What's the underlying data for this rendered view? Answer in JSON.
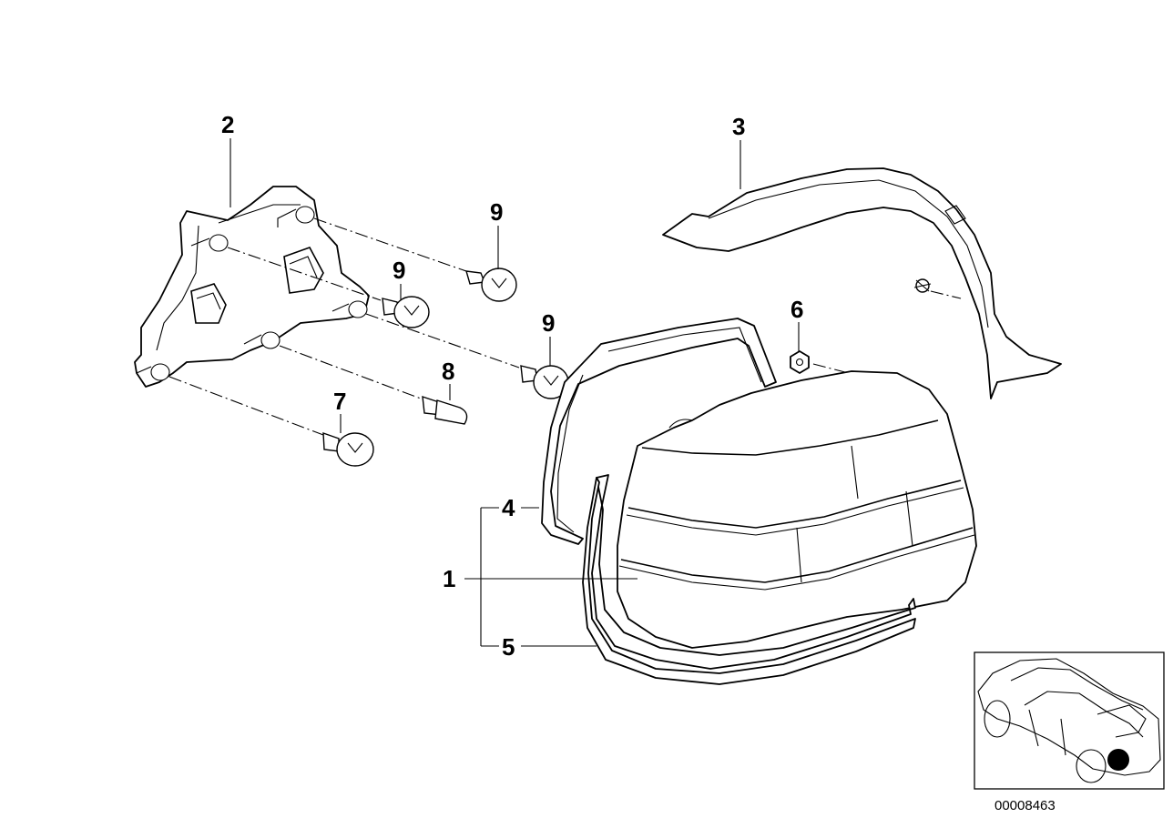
{
  "diagram": {
    "id": "00008463",
    "callouts": [
      {
        "key": "p2",
        "text": "2"
      },
      {
        "key": "p3",
        "text": "3"
      },
      {
        "key": "p9a",
        "text": "9"
      },
      {
        "key": "p9b",
        "text": "9"
      },
      {
        "key": "p9c",
        "text": "9"
      },
      {
        "key": "p6",
        "text": "6"
      },
      {
        "key": "p8",
        "text": "8"
      },
      {
        "key": "p7",
        "text": "7"
      },
      {
        "key": "p4",
        "text": "4"
      },
      {
        "key": "p1",
        "text": "1"
      },
      {
        "key": "p5",
        "text": "5"
      }
    ],
    "colors": {
      "line": "#000000",
      "background": "#ffffff",
      "location_marker": "#000000"
    }
  }
}
